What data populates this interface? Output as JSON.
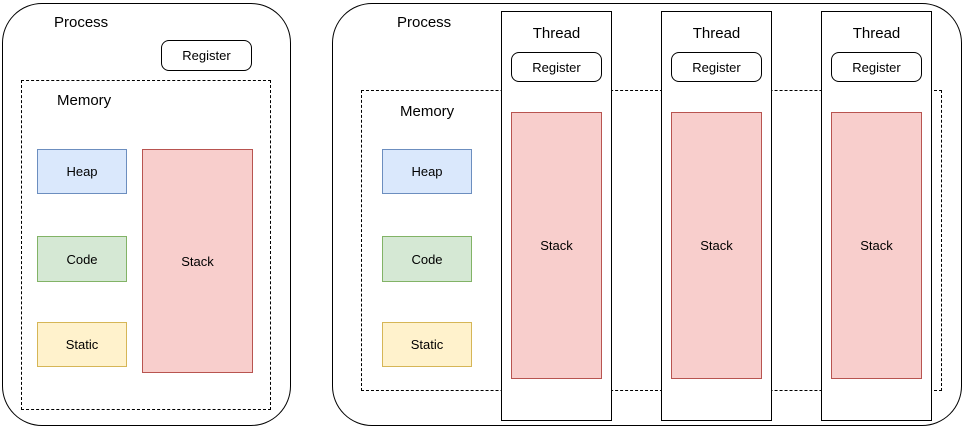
{
  "colors": {
    "heap_fill": "#dae8fc",
    "heap_border": "#6c8ebf",
    "code_fill": "#d5e8d4",
    "code_border": "#82b366",
    "static_fill": "#fff2cc",
    "static_border": "#d6b656",
    "stack_fill": "#f8cecc",
    "stack_border": "#b85450",
    "outline": "#000000",
    "background": "#ffffff"
  },
  "left_process": {
    "title": "Process",
    "register_label": "Register",
    "memory": {
      "title": "Memory",
      "heap_label": "Heap",
      "code_label": "Code",
      "static_label": "Static",
      "stack_label": "Stack"
    }
  },
  "right_process": {
    "title": "Process",
    "memory": {
      "title": "Memory",
      "heap_label": "Heap",
      "code_label": "Code",
      "static_label": "Static"
    },
    "threads": [
      {
        "title": "Thread",
        "register_label": "Register",
        "stack_label": "Stack"
      },
      {
        "title": "Thread",
        "register_label": "Register",
        "stack_label": "Stack"
      },
      {
        "title": "Thread",
        "register_label": "Register",
        "stack_label": "Stack"
      }
    ]
  }
}
